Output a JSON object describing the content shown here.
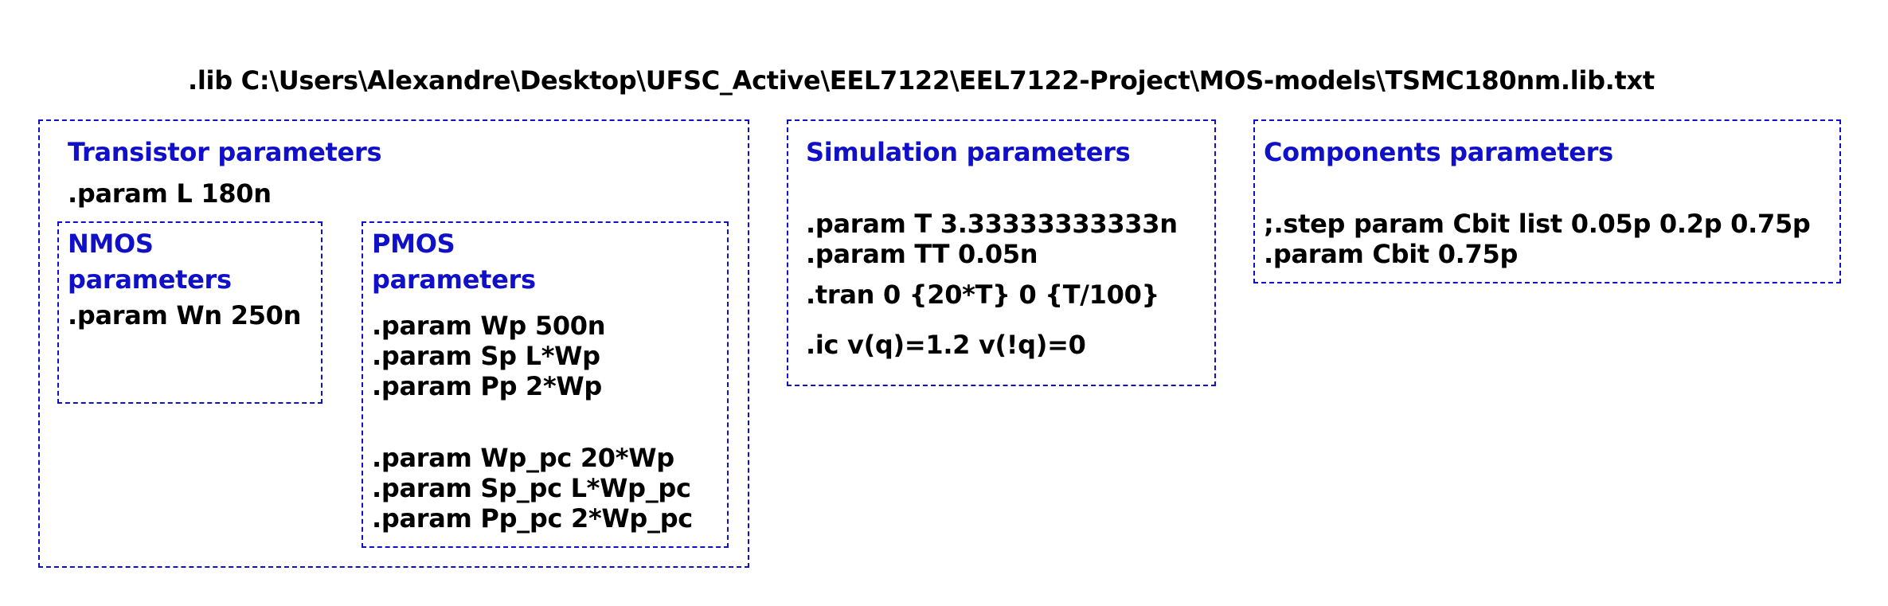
{
  "lib_directive": ".lib C:\\Users\\Alexandre\\Desktop\\UFSC_Active\\EEL7122\\EEL7122-Project\\MOS-models\\TSMC180nm.lib.txt",
  "transistor": {
    "title": "Transistor parameters",
    "param_l": ".param L 180n",
    "nmos": {
      "title_line1": "NMOS",
      "title_line2": "parameters",
      "param_wn": ".param Wn 250n"
    },
    "pmos": {
      "title_line1": "PMOS",
      "title_line2": "parameters",
      "params": [
        ".param Wp 500n",
        ".param Sp L*Wp",
        ".param Pp 2*Wp"
      ],
      "pc_params": [
        ".param Wp_pc 20*Wp",
        ".param Sp_pc L*Wp_pc",
        ".param Pp_pc 2*Wp_pc"
      ]
    }
  },
  "simulation": {
    "title": "Simulation parameters",
    "param_t": ".param T 3.33333333333n",
    "param_tt": ".param TT 0.05n",
    "tran": ".tran 0 {20*T} 0 {T/100}",
    "ic": ".ic v(q)=1.2 v(!q)=0"
  },
  "components": {
    "title": "Components parameters",
    "step": ";.step param Cbit list 0.05p 0.2p 0.75p",
    "cbit": ".param Cbit 0.75p"
  },
  "colors": {
    "comment_blue": "#1010c8",
    "text": "#000000",
    "background": "#ffffff"
  }
}
